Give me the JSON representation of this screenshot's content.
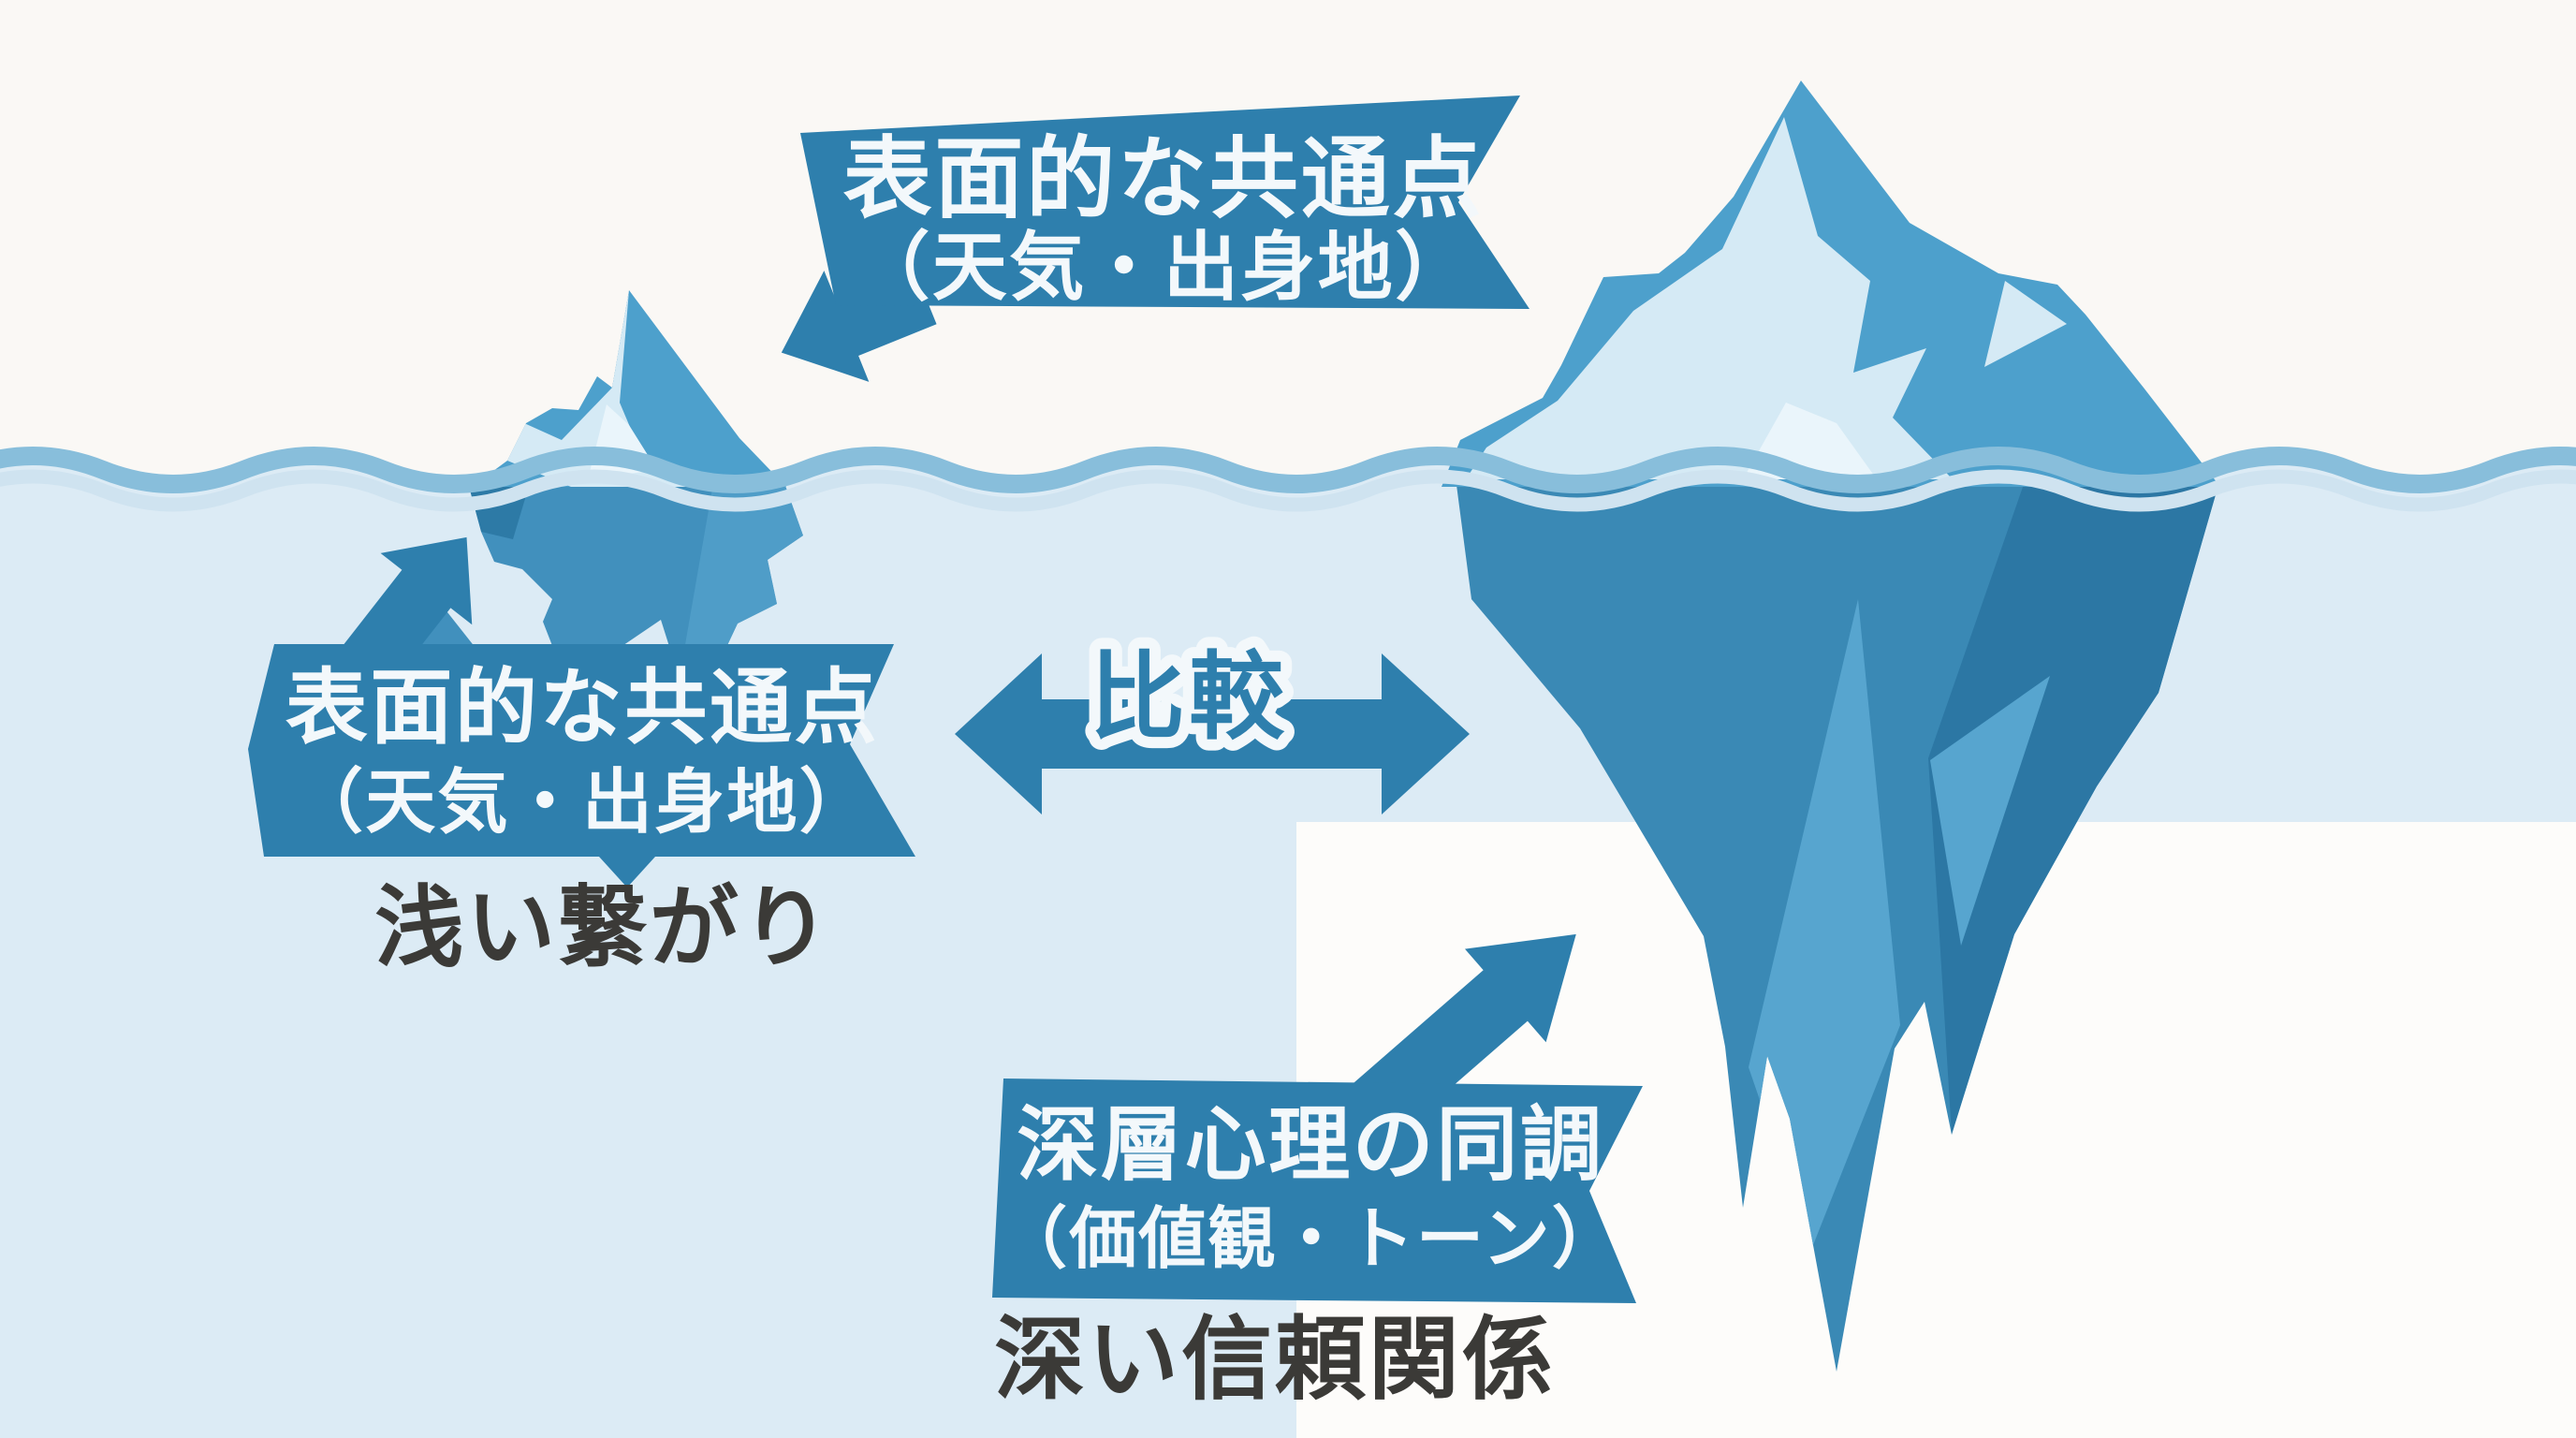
{
  "colors": {
    "background": "#faf8f5",
    "water": "#dcebf5",
    "panel_white": "#fdfcfa",
    "wave_band_dark": "#88bedb",
    "wave_band_light": "#cfe3f0",
    "banner_blue": "#2e7fad",
    "iceberg_above": "#4da0cc",
    "iceberg_highlight": "#d5eaf5",
    "iceberg_highlight_bright": "#eaf5fb",
    "small_below": "#4190bd",
    "small_below_light": "#4f9dc8",
    "small_below_dark": "#2d7aa6",
    "large_below": "#3a89b5",
    "large_below_light": "#57a5cf",
    "large_below_dark": "#2c77a4",
    "compare_text_fill": "#2e7fad",
    "compare_text_outline": "#f3f8fb",
    "text_white": "#f3f8fb",
    "text_dark": "#3b3a37"
  },
  "labels": {
    "top_banner": {
      "line1": "表面的な共通点",
      "line2": "（天気・出身地）"
    },
    "left_banner": {
      "line1": "表面的な共通点",
      "line2": "（天気・出身地）"
    },
    "shallow_connection": "浅い繋がり",
    "compare": "比較",
    "bottom_banner": {
      "line1": "深層心理の同調",
      "line2": "（価値観・トーン）"
    },
    "deep_trust": "深い信頼関係"
  }
}
